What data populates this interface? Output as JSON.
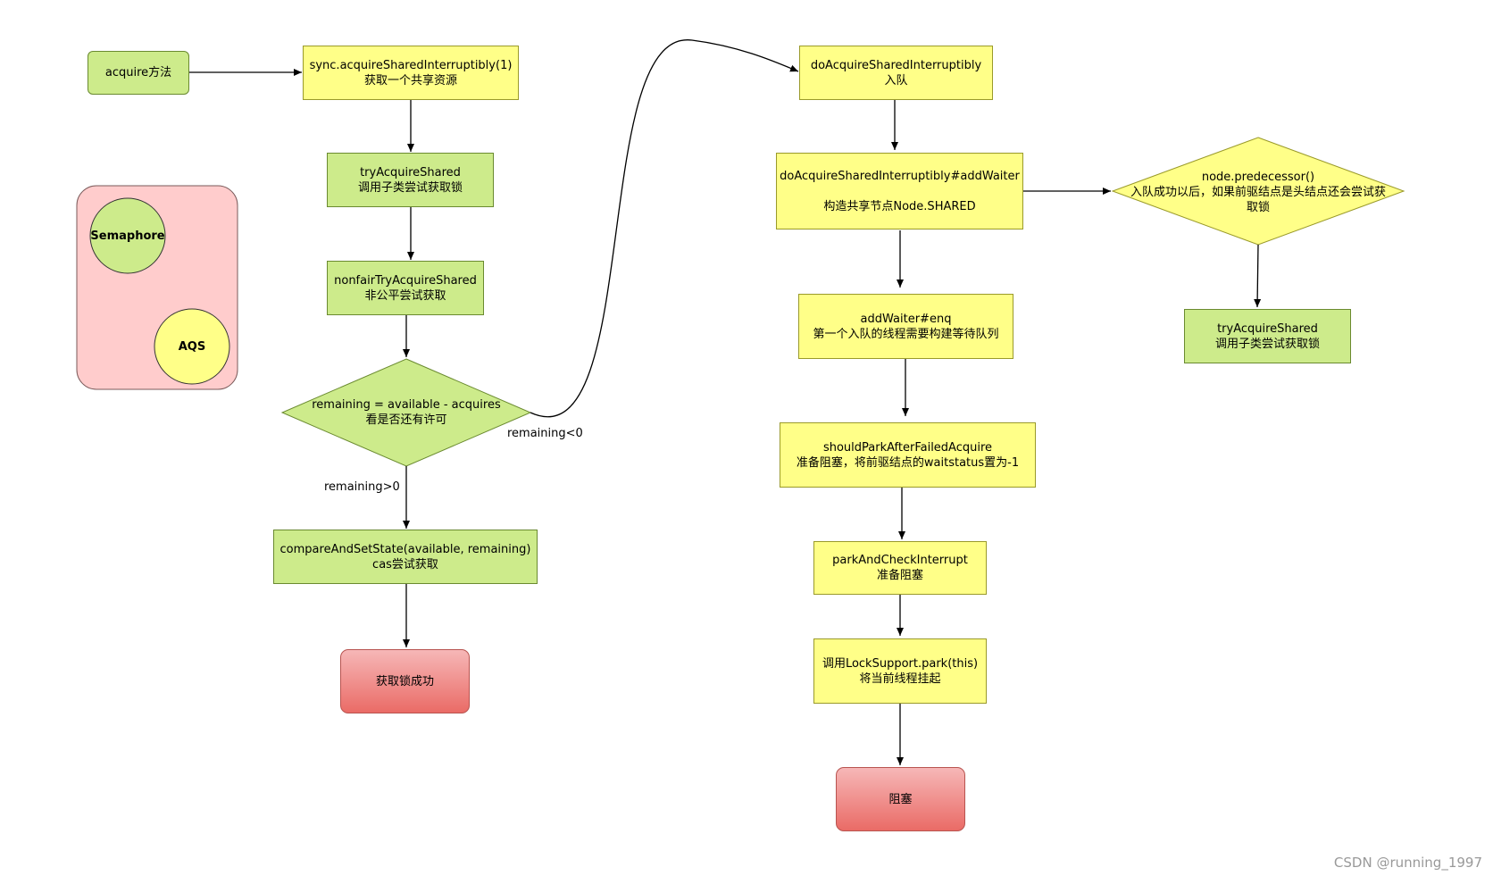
{
  "nodes": {
    "acquire": "acquire方法",
    "sync_l1": "sync.acquireSharedInterruptibly(1)",
    "sync_l2": "获取一个共享资源",
    "try1_l1": "tryAcquireShared",
    "try1_l2": "调用子类尝试获取锁",
    "nonfair_l1": "nonfairTryAcquireShared",
    "nonfair_l2": "非公平尝试获取",
    "remaining_l1": "remaining = available - acquires",
    "remaining_l2": "看是否还有许可",
    "cas_l1": "compareAndSetState(available, remaining)",
    "cas_l2": "cas尝试获取",
    "success": "获取锁成功",
    "doacq_l1": "doAcquireSharedInterruptibly",
    "doacq_l2": "入队",
    "addwaiter_l1": "doAcquireSharedInterruptibly#addWaiter",
    "addwaiter_l2": "构造共享节点Node.SHARED",
    "enq_l1": "addWaiter#enq",
    "enq_l2": "第一个入队的线程需要构建等待队列",
    "shouldpark_l1": "shouldParkAfterFailedAcquire",
    "shouldpark_l2": "准备阻塞，将前驱结点的waitstatus置为-1",
    "parkcheck_l1": "parkAndCheckInterrupt",
    "parkcheck_l2": "准备阻塞",
    "locksupport_l1": "调用LockSupport.park(this)",
    "locksupport_l2": "将当前线程挂起",
    "blocked": "阻塞",
    "pred_l1": "node.predecessor()",
    "pred_l2": "入队成功以后，如果前驱结点是头结点还会尝试获",
    "pred_l3": "取锁",
    "try2_l1": "tryAcquireShared",
    "try2_l2": "调用子类尝试获取锁"
  },
  "legend": {
    "semaphore": "Semaphore",
    "aqs": "AQS"
  },
  "edge_labels": {
    "less": "remaining<0",
    "greater": "remaining>0"
  },
  "colors": {
    "yellow_fill": "#ffff88",
    "green_fill": "#cdeb8b",
    "red_fill": "#ea6b66",
    "pink_fill": "#ffcccc"
  },
  "watermark": "CSDN @running_1997"
}
